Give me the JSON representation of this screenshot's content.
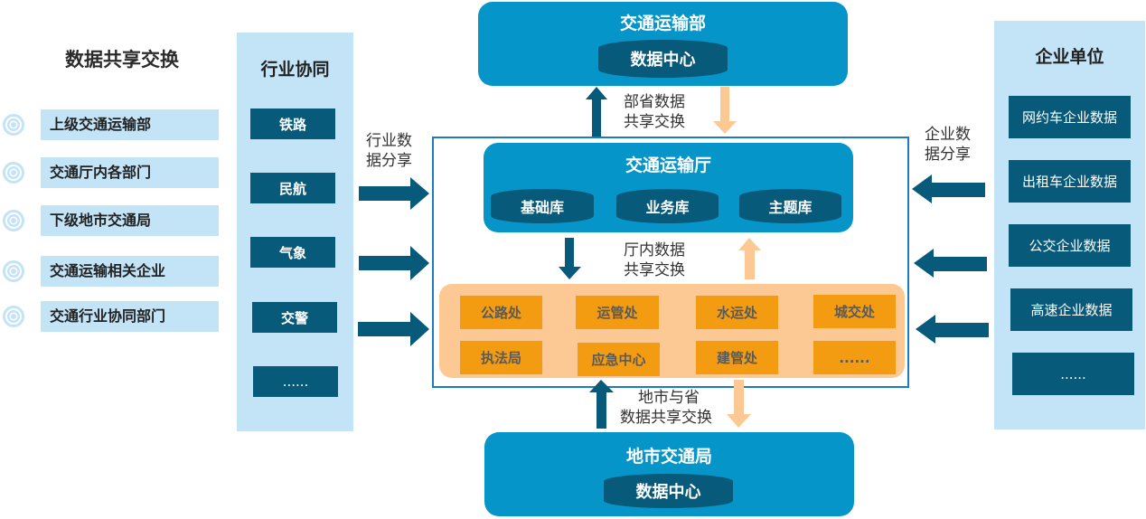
{
  "left_legend": {
    "title": "数据共享交换",
    "items": [
      {
        "label": "上级交通运输部",
        "icon": "target-icon"
      },
      {
        "label": "交通厅内各部门",
        "icon": "target-icon"
      },
      {
        "label": "下级地市交通局",
        "icon": "target-icon"
      },
      {
        "label": "交通运输相关企业",
        "icon": "target-icon"
      },
      {
        "label": "交通行业协同部门",
        "icon": "target-icon"
      }
    ]
  },
  "industry_panel": {
    "title": "行业协同",
    "items": [
      "铁路",
      "民航",
      "气象",
      "交警",
      "......"
    ],
    "arrow_caption_line1": "行业数",
    "arrow_caption_line2": "据分享"
  },
  "enterprise_panel": {
    "title": "企业单位",
    "items": [
      "网约车企业数据",
      "出租车企业数据",
      "公交企业数据",
      "高速企业数据",
      "......"
    ],
    "arrow_caption_line1": "企业数",
    "arrow_caption_line2": "据分享"
  },
  "ministry": {
    "title": "交通运输部",
    "db_label": "数据中心",
    "exchange_caption_line1": "部省数据",
    "exchange_caption_line2": "共享交换"
  },
  "department": {
    "title": "交通运输厅",
    "databases": [
      "基础库",
      "业务库",
      "主题库"
    ],
    "exchange_caption_line1": "厅内数据",
    "exchange_caption_line2": "共享交换"
  },
  "divisions": {
    "row1": [
      "公路处",
      "运管处",
      "水运处",
      "城交处"
    ],
    "row2": [
      "执法局",
      "应急中心",
      "建管处",
      "......"
    ]
  },
  "city_bureau": {
    "title": "地市交通局",
    "db_label": "数据中心",
    "exchange_caption_line1": "地市与省",
    "exchange_caption_line2": "数据共享交换"
  },
  "colors": {
    "dark_blue": "#085a7a",
    "accent_blue": "#0595c9",
    "light_blue": "#c3e4f7",
    "orange": "#f39c12",
    "light_orange": "#fcc994",
    "frame_blue": "#1f7bc1"
  }
}
